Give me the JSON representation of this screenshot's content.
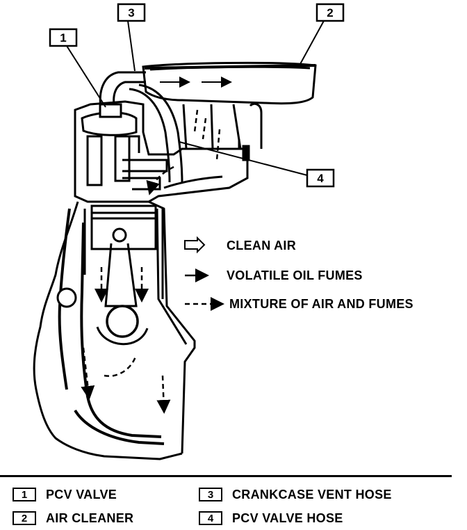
{
  "callouts": [
    "1",
    "2",
    "3",
    "4"
  ],
  "legend": {
    "clean_air": "CLEAN AIR",
    "oil_fumes": "VOLATILE OIL FUMES",
    "mixture": "MIXTURE OF AIR AND FUMES"
  },
  "key": [
    {
      "num": "1",
      "label": "PCV VALVE"
    },
    {
      "num": "2",
      "label": "AIR CLEANER"
    },
    {
      "num": "3",
      "label": "CRANKCASE VENT HOSE"
    },
    {
      "num": "4",
      "label": "PCV VALVE HOSE"
    }
  ]
}
